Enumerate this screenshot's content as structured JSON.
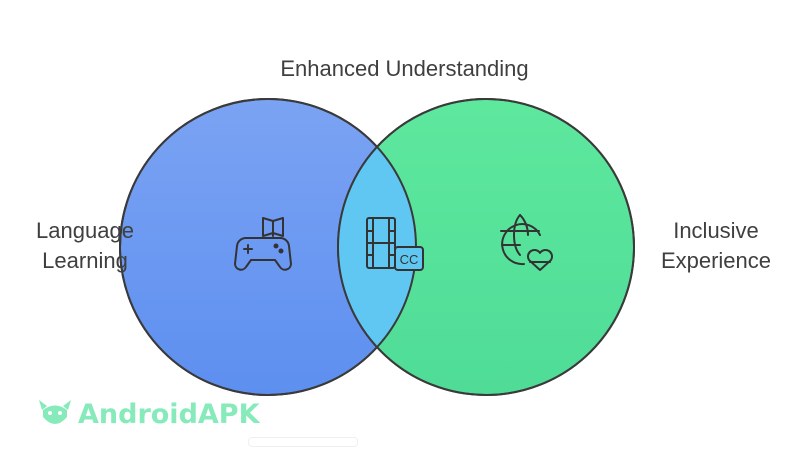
{
  "diagram": {
    "top_label": "Enhanced Understanding",
    "left_label": [
      "Language",
      "Learning"
    ],
    "right_label": [
      "Inclusive",
      "Experience"
    ],
    "left_circle": {
      "icon": "gamepad-book-icon"
    },
    "overlap": {
      "icon": "film-cc-icon",
      "badge_text": "CC"
    },
    "right_circle": {
      "icon": "globe-heart-icon"
    }
  },
  "colors": {
    "left_fill_top": "#7ba3f3",
    "left_fill_bottom": "#5d8ff0",
    "right_fill_top": "#5ee89e",
    "right_fill_bottom": "#4fdc97",
    "overlap_fill": "#5fc7f2",
    "stroke": "#3a3a3a"
  },
  "watermark": {
    "text": "AndroidAPK",
    "icon": "android-robot-icon"
  }
}
